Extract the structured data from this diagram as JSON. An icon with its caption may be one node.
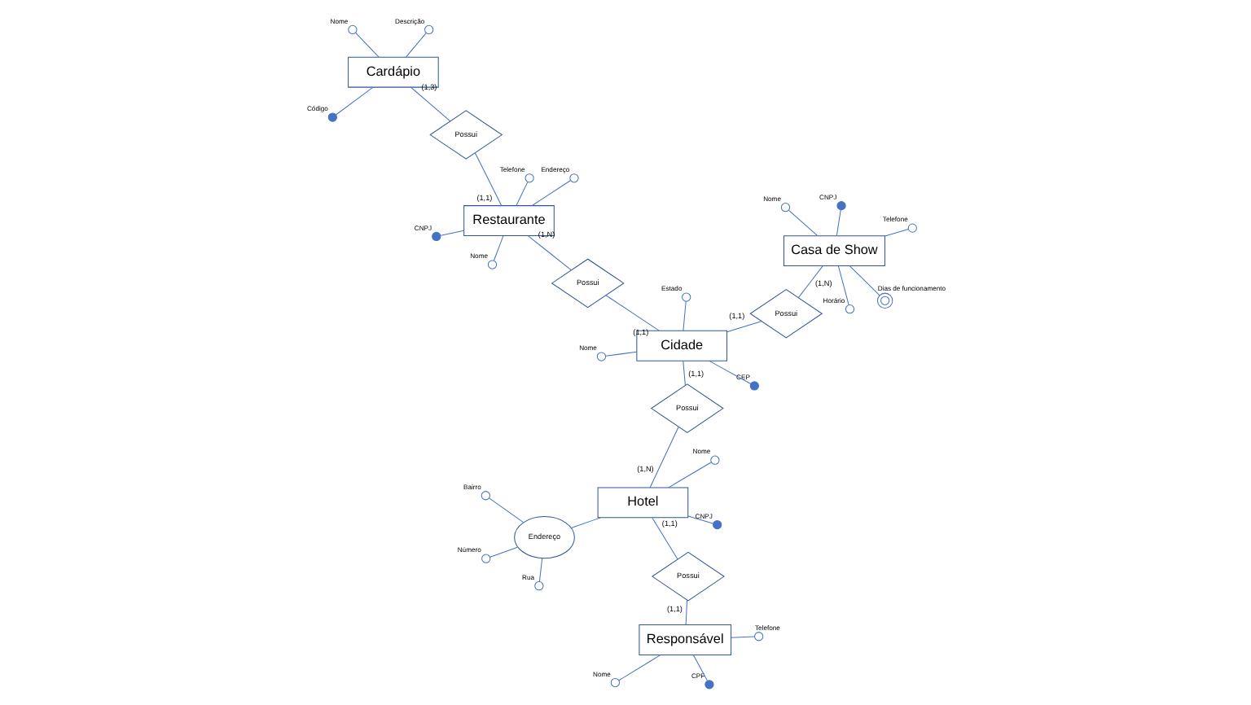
{
  "diagram": {
    "nodes": [
      {
        "text": [
          "Cidade"
        ]
      },
      {
        "text": [],
        "shape": "dot",
        "beside": [
          "CEP"
        ]
      },
      {
        "text": [],
        "shape": "circle",
        "beside": [
          "Nome"
        ]
      },
      {
        "text": [],
        "shape": "circle",
        "beside": [
          "Estado"
        ]
      },
      {
        "text": [
          "Possui"
        ]
      },
      {
        "text": [
          "Hotel"
        ]
      },
      {
        "text": [],
        "shape": "dot",
        "beside": [
          "CNPJ"
        ]
      },
      {
        "text": [],
        "shape": "circle",
        "beside": [
          "Nome"
        ]
      },
      {
        "text": [
          "Possui"
        ]
      },
      {
        "text": [
          "Responsável"
        ]
      },
      {
        "text": [],
        "shape": "dot",
        "beside": [
          "CPF"
        ]
      },
      {
        "text": [],
        "shape": "circle",
        "beside": [
          "Nome"
        ]
      },
      {
        "text": [],
        "shape": "circle",
        "beside": [
          "Telefone"
        ]
      },
      {
        "text": [
          "Possui"
        ]
      },
      {
        "text": [
          "Possui"
        ]
      },
      {
        "text": [
          "Restaurante"
        ]
      },
      {
        "text": [],
        "shape": "circle",
        "beside": [
          "Nome"
        ]
      },
      {
        "text": [],
        "shape": "circle",
        "beside": [
          "Endereço"
        ]
      },
      {
        "text": [],
        "shape": "dot",
        "beside": [
          "CNPJ"
        ]
      },
      {
        "text": [],
        "shape": "circle",
        "beside": [
          "Telefone"
        ]
      },
      {
        "text": [
          "Endereço"
        ]
      },
      {
        "text": [],
        "shape": "circle",
        "beside": [
          "Rua"
        ]
      },
      {
        "text": [],
        "shape": "circle",
        "beside": [
          "Número"
        ]
      },
      {
        "text": [],
        "shape": "circle",
        "beside": [
          "Bairro"
        ]
      },
      {
        "text": [
          "Casa de Show"
        ]
      },
      {
        "text": [],
        "shape": "doublecircle",
        "beside": [
          "Dias de funcionamento"
        ]
      },
      {
        "text": [],
        "shape": "dot",
        "beside": [
          "CNPJ"
        ]
      },
      {
        "text": [],
        "shape": "circle",
        "beside": [
          "Nome"
        ]
      },
      {
        "text": [],
        "shape": "circle",
        "beside": [
          "Horário"
        ]
      },
      {
        "text": [],
        "shape": "circle",
        "beside": [
          "Telefone"
        ]
      },
      {
        "text": [
          "Possui"
        ]
      },
      {
        "text": [
          "Cardápio"
        ]
      },
      {
        "text": [],
        "shape": "dot",
        "beside": [
          "Código"
        ]
      },
      {
        "text": [],
        "shape": "circle",
        "beside": [
          "Nome"
        ]
      },
      {
        "text": [],
        "shape": "circle",
        "beside": [
          "Descrição"
        ]
      }
    ],
    "edges": [
      {
        "from": 0,
        "to": 1,
        "arrow": "none"
      },
      {
        "from": 0,
        "to": 2,
        "arrow": "none"
      },
      {
        "from": 0,
        "to": 3,
        "arrow": "none"
      },
      {
        "from": 0,
        "to": 4,
        "arrow": "none",
        "label": "(1,1)"
      },
      {
        "from": 4,
        "to": 5,
        "arrow": "none",
        "label": "(1,N)"
      },
      {
        "from": 5,
        "to": 6,
        "arrow": "none"
      },
      {
        "from": 5,
        "to": 7,
        "arrow": "none"
      },
      {
        "from": 5,
        "to": 8,
        "arrow": "none",
        "label": "(1,1)"
      },
      {
        "from": 8,
        "to": 9,
        "arrow": "none",
        "label": "(1,1)"
      },
      {
        "from": 9,
        "to": 10,
        "arrow": "none"
      },
      {
        "from": 9,
        "to": 11,
        "arrow": "none"
      },
      {
        "from": 9,
        "to": 12,
        "arrow": "none"
      },
      {
        "from": 0,
        "to": 13,
        "arrow": "none",
        "label": "(1,1)"
      },
      {
        "from": 13,
        "to": 24,
        "arrow": "none",
        "label": "(1,N)"
      },
      {
        "from": 0,
        "to": 14,
        "arrow": "none",
        "label": "(1,1)"
      },
      {
        "from": 14,
        "to": 15,
        "arrow": "none",
        "label": "(1,N)"
      },
      {
        "from": 15,
        "to": 16,
        "arrow": "none"
      },
      {
        "from": 15,
        "to": 17,
        "arrow": "none"
      },
      {
        "from": 15,
        "to": 18,
        "arrow": "none"
      },
      {
        "from": 15,
        "to": 19,
        "arrow": "none"
      },
      {
        "from": 5,
        "to": 20,
        "arrow": "none"
      },
      {
        "from": 20,
        "to": 21,
        "arrow": "none"
      },
      {
        "from": 20,
        "to": 22,
        "arrow": "none"
      },
      {
        "from": 20,
        "to": 23,
        "arrow": "none"
      },
      {
        "from": 24,
        "to": 25,
        "arrow": "none"
      },
      {
        "from": 24,
        "to": 26,
        "arrow": "none"
      },
      {
        "from": 24,
        "to": 27,
        "arrow": "none"
      },
      {
        "from": 24,
        "to": 28,
        "arrow": "none"
      },
      {
        "from": 24,
        "to": 29,
        "arrow": "none"
      },
      {
        "from": 15,
        "to": 30,
        "arrow": "none",
        "label": "(1,1)"
      },
      {
        "from": 30,
        "to": 31,
        "arrow": "none",
        "label": "(1,3)"
      },
      {
        "from": 31,
        "to": 32,
        "arrow": "none"
      },
      {
        "from": 31,
        "to": 33,
        "arrow": "none"
      },
      {
        "from": 31,
        "to": 34,
        "arrow": "none"
      }
    ]
  }
}
